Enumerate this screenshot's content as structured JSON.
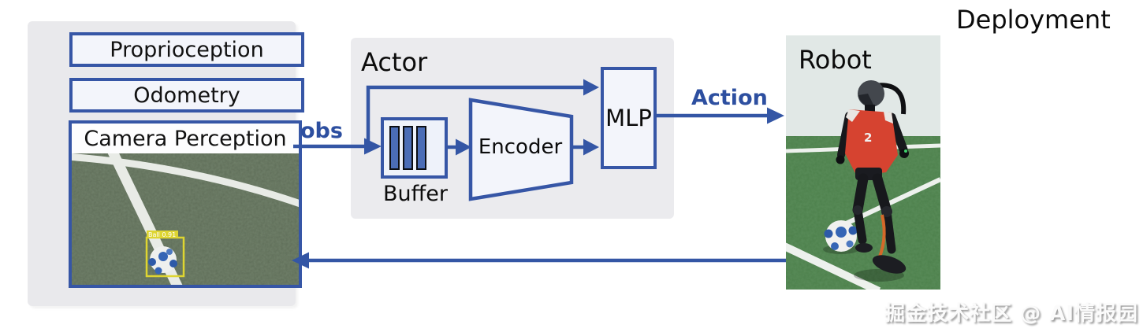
{
  "deployment_title": "Deployment",
  "watermark": "掘金技术社区 @ AI情报园",
  "inputs_panel": {
    "items": [
      "Proprioception",
      "Odometry",
      "Camera Perception"
    ],
    "detection_label": "Ball 0.91"
  },
  "actor_panel": {
    "title": "Actor",
    "buffer_label": "Buffer",
    "encoder_label": "Encoder",
    "mlp_label": "MLP"
  },
  "flow_labels": {
    "obs": "obs",
    "action": "Action"
  },
  "robot_panel": {
    "label": "Robot",
    "jersey_number": "2"
  },
  "colors": {
    "accent_blue": "#3656a6",
    "label_blue": "#2d4fa0",
    "panel_gray": "#e9e9ec",
    "box_fill": "#f3f5fb",
    "detection_yellow": "#ded531",
    "vest_red": "#d64330",
    "field_green": "#3c713a"
  }
}
